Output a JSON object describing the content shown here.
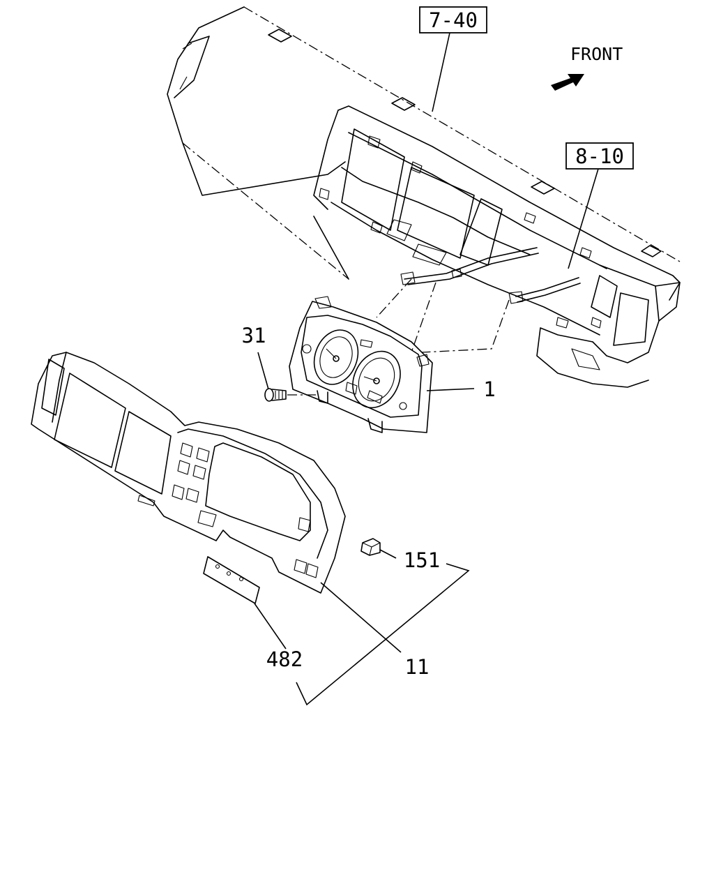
{
  "callouts": {
    "ref_740": "7-40",
    "ref_810": "8-10",
    "part_31": "31",
    "part_1": "1",
    "part_151": "151",
    "part_482": "482",
    "part_11": "11"
  },
  "direction": {
    "label": "FRONT",
    "arrow_icon": "front-arrow-icon"
  },
  "colors": {
    "ink": "#000000",
    "paper": "#ffffff"
  }
}
